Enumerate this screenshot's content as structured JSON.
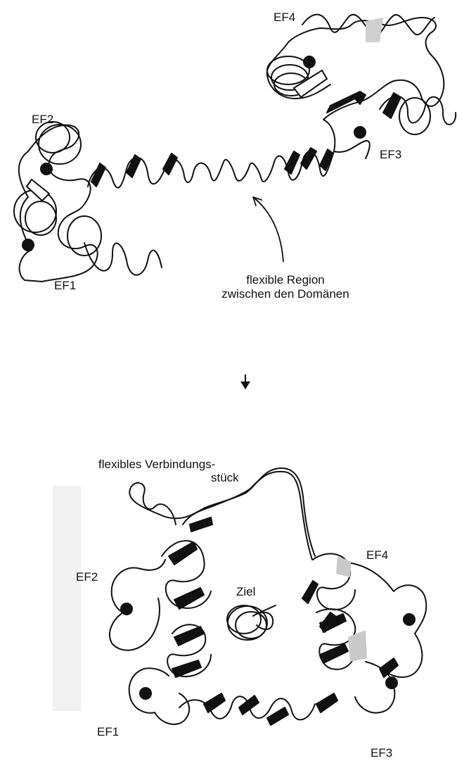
{
  "top_panel": {
    "ef_labels": {
      "ef1": "EF1",
      "ef2": "EF2",
      "ef3": "EF3",
      "ef4": "EF4"
    },
    "annotation_line1": "flexible Region",
    "annotation_line2": "zwischen den Domänen"
  },
  "transition_arrow": "↓",
  "bottom_panel": {
    "linker_line1": "flexibles Verbindungs-",
    "linker_line2": "stück",
    "target_label": "Ziel",
    "ef_labels": {
      "ef1": "EF1",
      "ef2": "EF2",
      "ef3": "EF3",
      "ef4": "EF4"
    }
  }
}
